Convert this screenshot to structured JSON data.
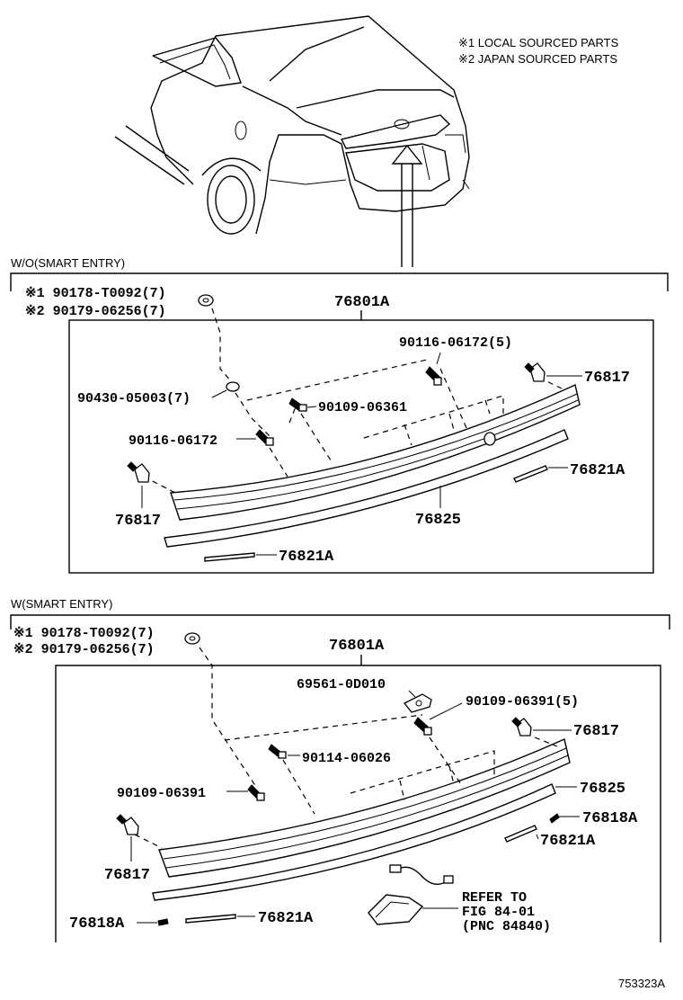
{
  "notes": {
    "local": "※1 LOCAL SOURCED PARTS",
    "japan": "※2 JAPAN SOURCED PARTS"
  },
  "section_top": {
    "title": "W/O(SMART ENTRY)",
    "note1": "※1 90178-T0092(7)",
    "note2": "※2 90179-06256(7)",
    "assembly": "76801A",
    "p_90116_5": "90116-06172(5)",
    "p_76817_r": "76817",
    "p_90430": "90430-05003(7)",
    "p_90109": "90109-06361",
    "p_90116": "90116-06172",
    "p_76821a_r": "76821A",
    "p_76817_l": "76817",
    "p_76825": "76825",
    "p_76821a_b": "76821A"
  },
  "section_bottom": {
    "title": "W(SMART ENTRY)",
    "note1": "※1 90178-T0092(7)",
    "note2": "※2 90179-06256(7)",
    "assembly": "76801A",
    "p_69561": "69561-0D010",
    "p_90109_5": "90109-06391(5)",
    "p_76817_r": "76817",
    "p_90114": "90114-06026",
    "p_76825": "76825",
    "p_90109": "90109-06391",
    "p_76818a_r": "76818A",
    "p_76821a_r": "76821A",
    "p_76817_l": "76817",
    "refer1": "REFER TO",
    "refer2": "FIG 84-01",
    "refer3": "(PNC 84840)",
    "p_76818a_l": "76818A",
    "p_76821a_b": "76821A"
  },
  "figure_id": "753323A"
}
